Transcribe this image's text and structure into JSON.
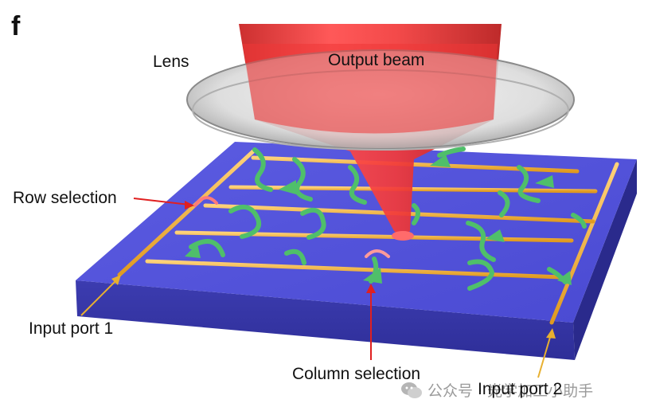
{
  "panel_letter": "f",
  "labels": {
    "lens": "Lens",
    "output_beam": "Output beam",
    "row_selection": "Row selection",
    "input_port_1": "Input port 1",
    "column_selection": "Column selection",
    "input_port_2": "Input port 2"
  },
  "watermark": {
    "icon": "wechat-icon",
    "text": "公众号 · 光学加工小助手"
  },
  "colors": {
    "substrate_top": "#5050d8",
    "substrate_side": "#3a3aa8",
    "waveguide": "#f0b040",
    "antenna": "#4fbf6a",
    "beam": "#ee3636",
    "lens": "#cfcfcf",
    "arrow_red": "#e02020",
    "arrow_yellow": "#e8b030"
  }
}
